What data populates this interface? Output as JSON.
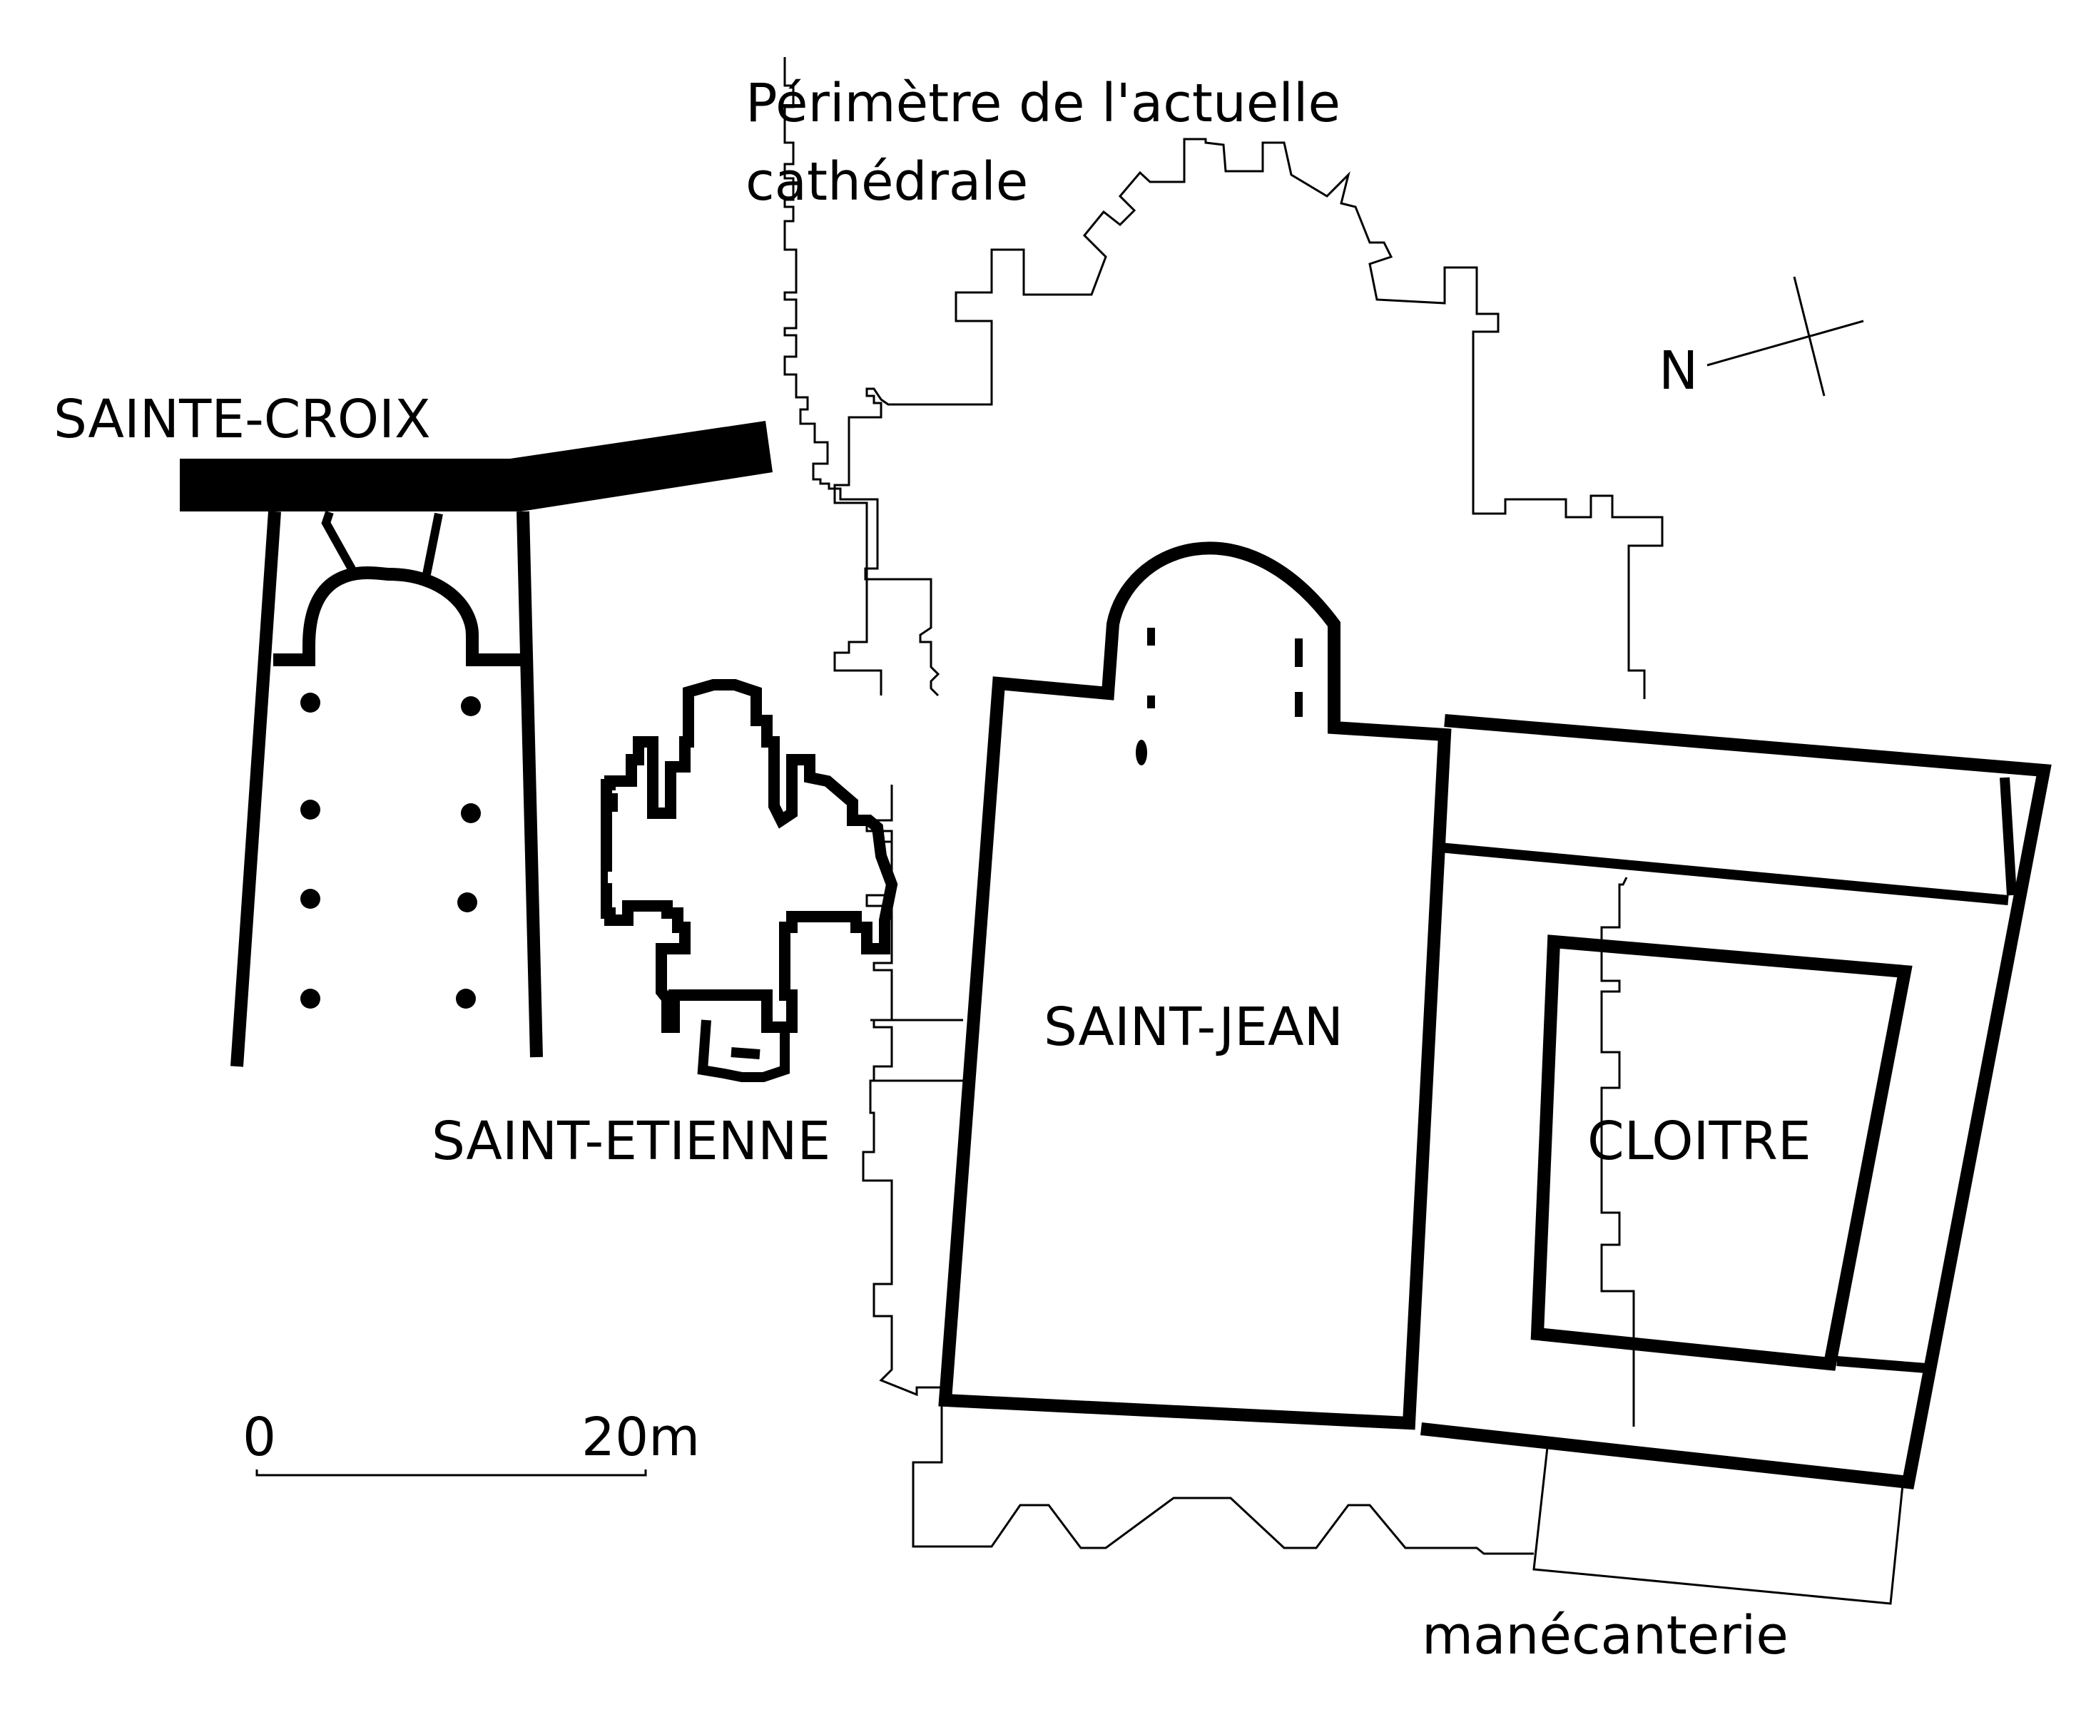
{
  "labels": {
    "perimeter_line1": "Périmètre de l'actuelle",
    "perimeter_line2": "cathédrale",
    "sainte_croix": "SAINTE-CROIX",
    "saint_etienne": "SAINT-ETIENNE",
    "saint_jean": "SAINT-JEAN",
    "cloitre": "CLOITRE",
    "manecanterie": "manécanterie",
    "north": "N"
  },
  "scale_bar": {
    "start_label": "0",
    "end_label": "20m"
  }
}
